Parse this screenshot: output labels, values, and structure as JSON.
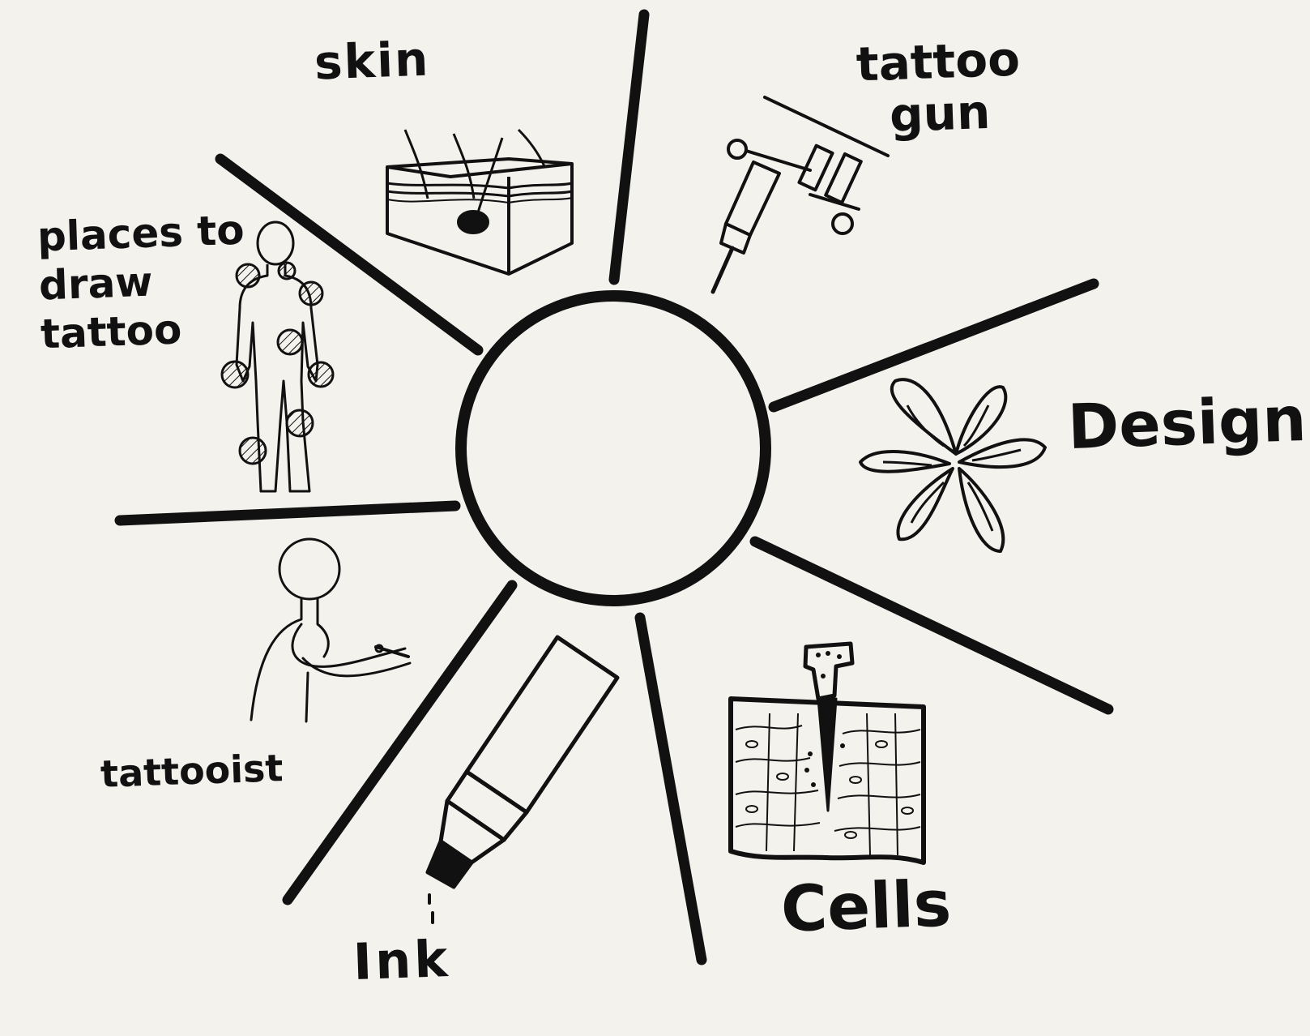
{
  "diagram": {
    "center_label": "",
    "topics": {
      "skin": "skin",
      "tattoo_gun_line1": "tattoo",
      "tattoo_gun_line2": "gun",
      "places_line1": "places to",
      "places_line2": "draw",
      "places_line3": "tattoo",
      "design": "Design",
      "tattooist": "tattooist",
      "ink": "Ink",
      "cells": "Cells"
    },
    "colors": {
      "ink": "#111111",
      "paper": "#f4f2ed"
    }
  }
}
